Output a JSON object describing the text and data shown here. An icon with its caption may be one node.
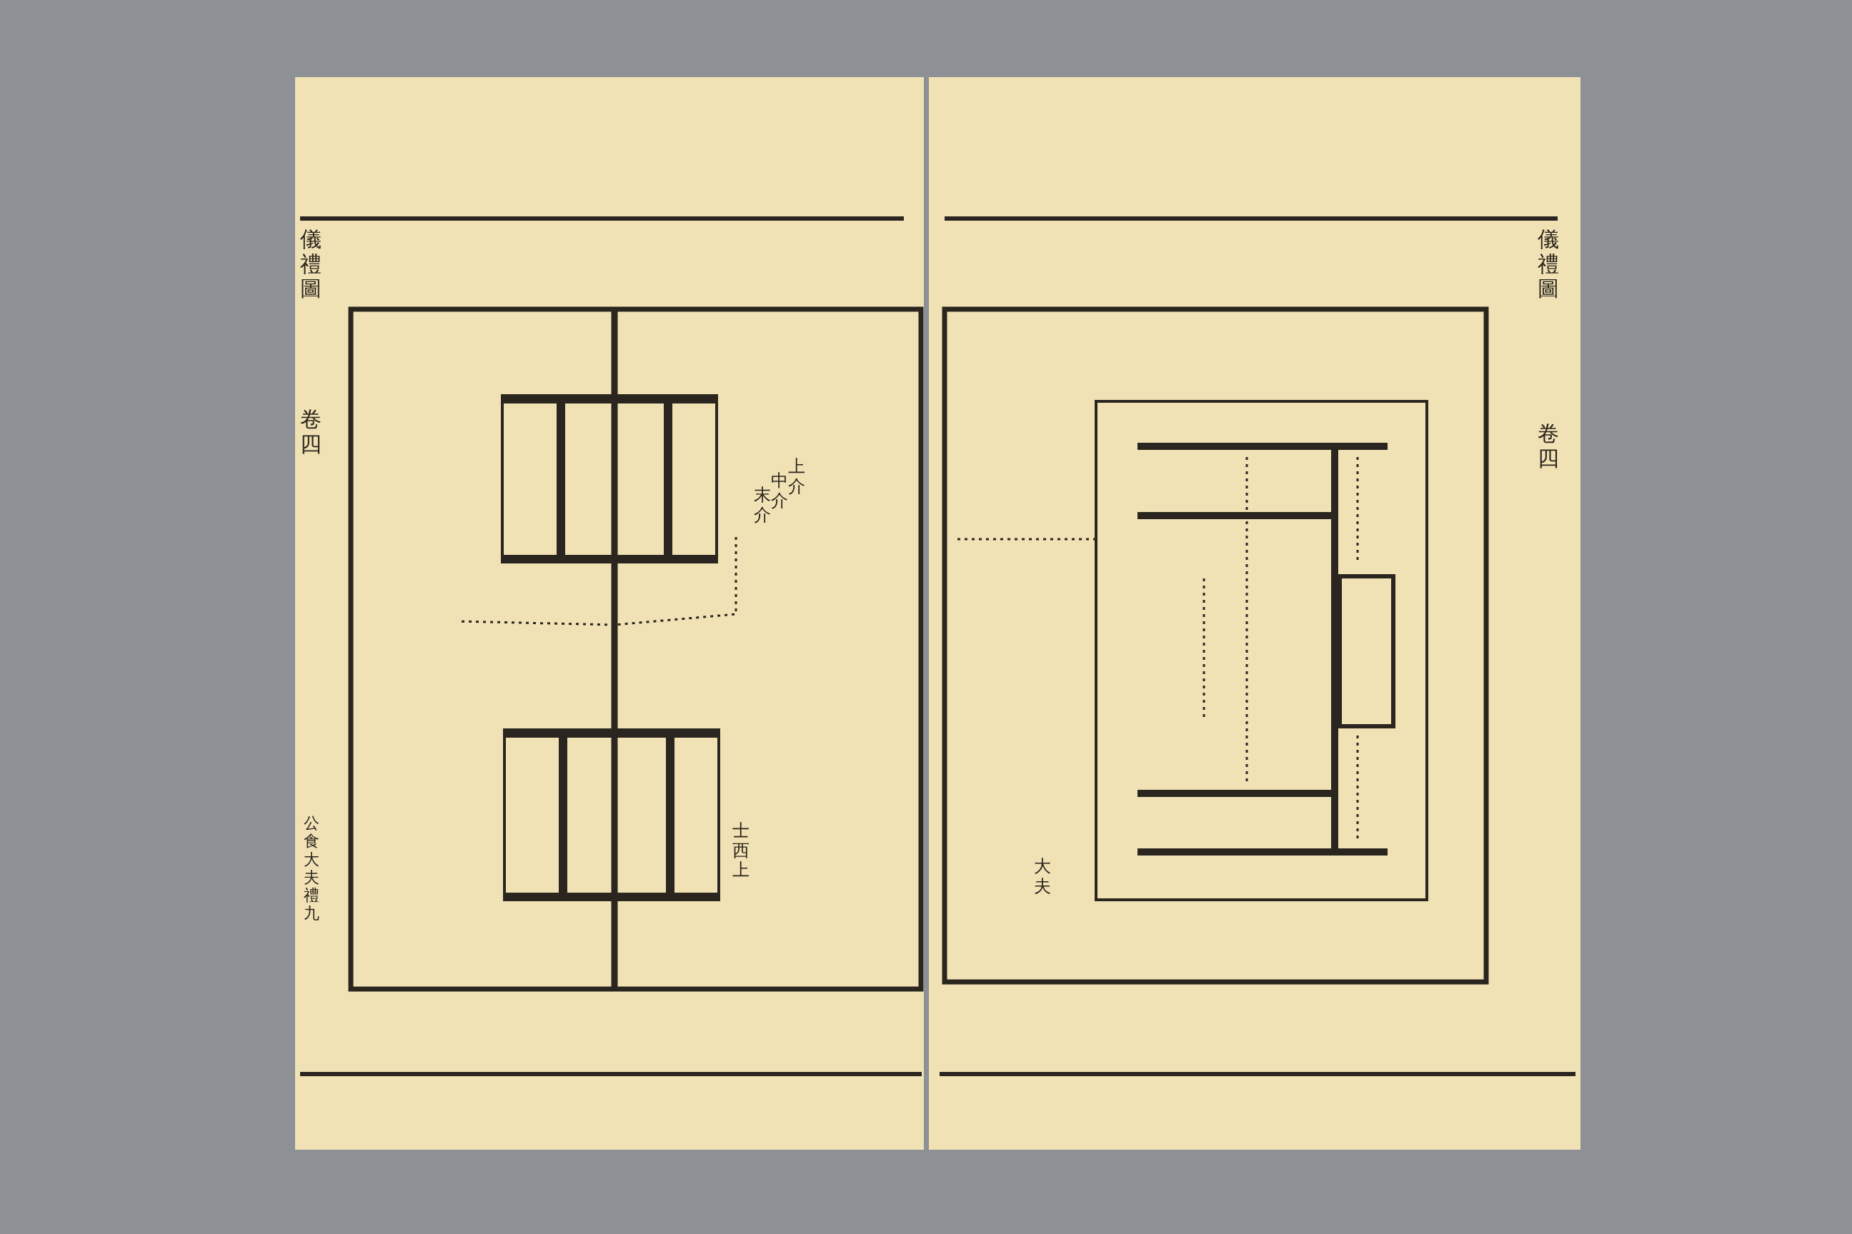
{
  "diagram": {
    "labels": [
      "儀禮圖",
      "卷四",
      "公食大夫禮九",
      "上介",
      "中介",
      "末介",
      "士西上",
      "儀禮圖",
      "卷四",
      "大夫"
    ]
  }
}
